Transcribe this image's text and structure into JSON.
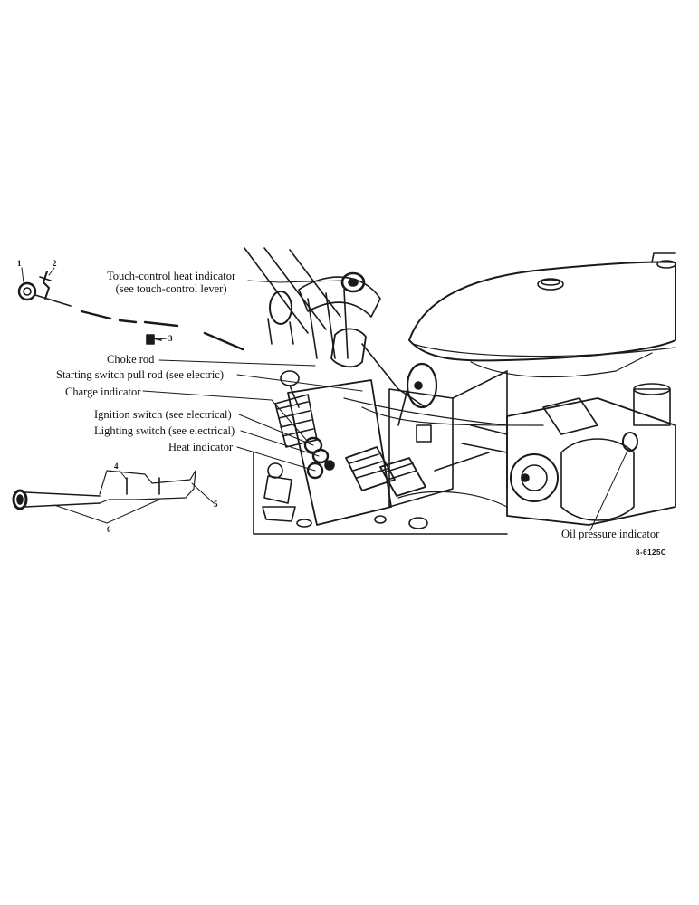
{
  "callouts": {
    "touch_control_heat_indicator": "Touch-control heat indicator",
    "touch_control_heat_indicator_note": "(see touch-control lever)",
    "choke_rod": "Choke rod",
    "starting_switch_pull_rod": "Starting switch pull rod (see electric)",
    "charge_indicator": "Charge indicator",
    "ignition_switch": "Ignition switch (see electrical)",
    "lighting_switch": "Lighting switch (see electrical)",
    "heat_indicator": "Heat indicator",
    "oil_pressure_indicator": "Oil pressure indicator"
  },
  "part_numbers": [
    "1",
    "2",
    "3",
    "4",
    "5",
    "6"
  ],
  "figure_code": "8-6125C"
}
